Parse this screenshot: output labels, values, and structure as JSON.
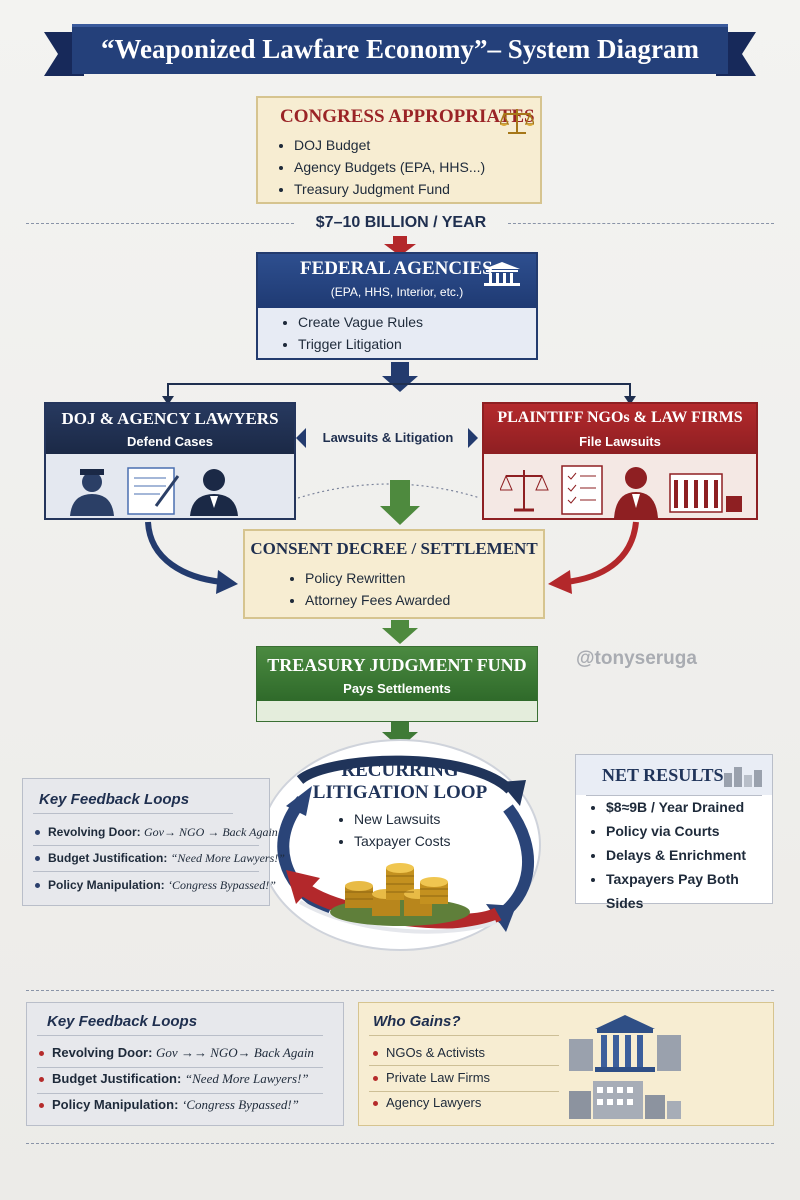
{
  "title": "“Weaponized Lawfare Economy”– System Diagram",
  "congress": {
    "heading": "CONGRESS APPROPRIATES",
    "items": [
      "DOJ Budget",
      "Agency Budgets (EPA, HHS...)",
      "Treasury Judgment Fund"
    ]
  },
  "funding_label": "$7–10 BILLION / YEAR",
  "agencies": {
    "heading": "FEDERAL AGENCIES",
    "subheading": "(EPA, HHS, Interior, etc.)",
    "items": [
      "Create Vague Rules",
      "Trigger Litigation"
    ]
  },
  "doj": {
    "heading": "DOJ & AGENCY LAWYERS",
    "subheading": "Defend Cases"
  },
  "middle_label": "Lawsuits & Litigation",
  "plaintiff": {
    "heading": "PLAINTIFF NGOs & LAW FIRMS",
    "subheading": "File Lawsuits"
  },
  "consent": {
    "heading": "CONSENT DECREE / SETTLEMENT",
    "items": [
      "Policy Rewritten",
      "Attorney Fees Awarded"
    ]
  },
  "treasury": {
    "heading": "TREASURY JUDGMENT FUND",
    "subheading": "Pays Settlements"
  },
  "watermark": "@tonyseruga",
  "loop": {
    "heading_line1": "RECURRING",
    "heading_line2": "LITIGATION LOOP",
    "items": [
      "New Lawsuits",
      "Taxpayer Costs"
    ]
  },
  "feedback_left": {
    "heading": "Key Feedback Loops",
    "items": [
      {
        "label": "Revolving Door:",
        "detail": "Gov→ NGO → Back Again"
      },
      {
        "label": "Budget Justification:",
        "detail": "“Need More Lawyers!”"
      },
      {
        "label": "Policy Manipulation:",
        "detail": "‘Congress Bypassed!”"
      }
    ]
  },
  "net_results": {
    "heading": "NET RESULTS",
    "items": [
      "$8≈9B / Year Drained",
      "Policy via Courts",
      "Delays & Enrichment",
      "Taxpayers Pay Both Sides"
    ]
  },
  "feedback_bottom": {
    "heading": "Key Feedback Loops",
    "items": [
      {
        "label": "Revolving Door:",
        "detail": "Gov →→ NGO→ Back Again"
      },
      {
        "label": "Budget Justification:",
        "detail": "“Need More Lawyers!”"
      },
      {
        "label": "Policy Manipulation:",
        "detail": "‘Congress Bypassed!”"
      }
    ]
  },
  "who_gains": {
    "heading": "Who Gains?",
    "items": [
      "NGOs & Activists",
      "Private Law Firms",
      "Agency Lawyers"
    ]
  },
  "colors": {
    "navy": "#233b6e",
    "red": "#a8272a",
    "green": "#3f7a36",
    "beige": "#f7edd2"
  }
}
